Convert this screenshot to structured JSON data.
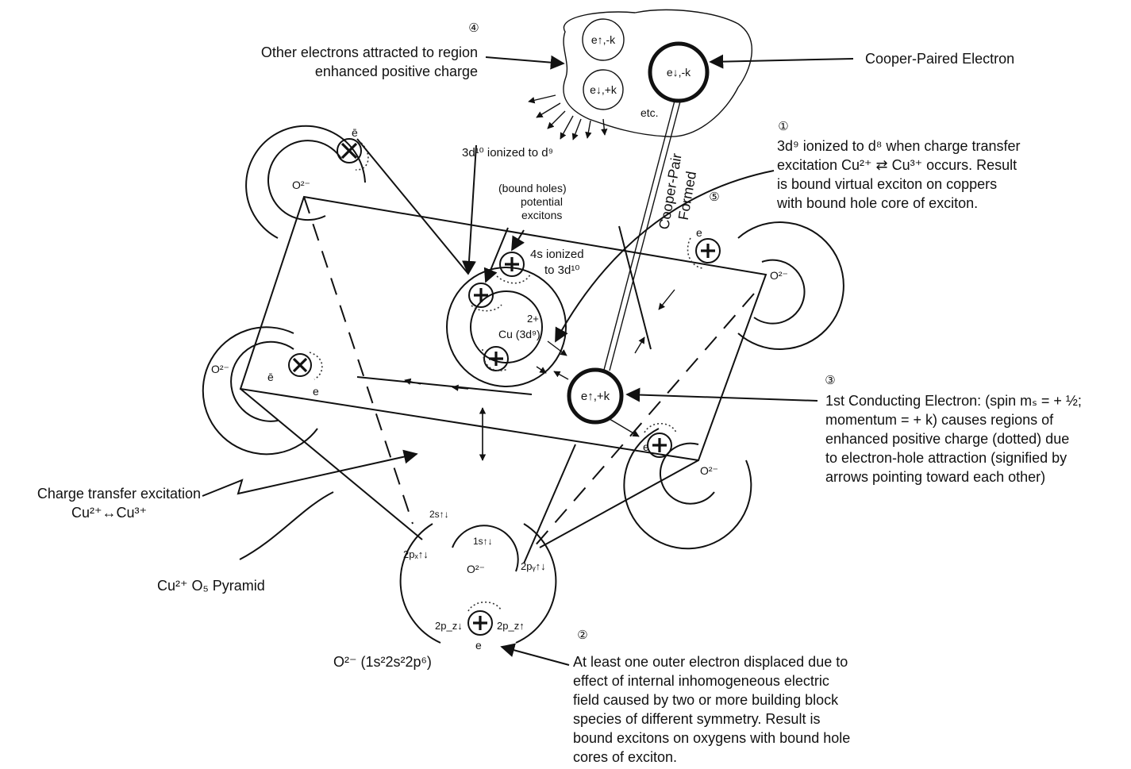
{
  "labels": {
    "num4": "④",
    "num1": "①",
    "num3": "③",
    "num2": "②",
    "num5": "⑤",
    "other_electrons_1": "Other electrons attracted to region",
    "other_electrons_2": "enhanced positive charge",
    "cooper_paired": "Cooper-Paired Electron",
    "d9_line1": "3d⁹ ionized to d⁸ when charge transfer",
    "d9_line2": "excitation Cu²⁺ ⇄ Cu³⁺ occurs. Result",
    "d9_line3": "is bound virtual exciton on coppers",
    "d9_line4": "with bound hole core of exciton.",
    "cond_line1": "1st Conducting Electron: (spin mₛ = + ½;",
    "cond_line2": "momentum = + k) causes regions of",
    "cond_line3": "enhanced positive charge (dotted) due",
    "cond_line4": "to electron-hole attraction (signified by",
    "cond_line5": "arrows pointing toward each other)",
    "charge_transfer_1": "Charge transfer excitation",
    "charge_transfer_2": "Cu²⁺↔Cu³⁺",
    "pyramid": "Cu²⁺ O₅ Pyramid",
    "o_config": "O²⁻ (1s²2s²2p⁶)",
    "displaced_1": "At least one outer electron displaced due to",
    "displaced_2": "effect of internal inhomogeneous electric",
    "displaced_3": "field caused by two or more building block",
    "displaced_4": "species of different symmetry. Result is",
    "displaced_5": "bound excitons on oxygens with bound hole",
    "displaced_6": "cores of exciton.",
    "d10_ionized": "3d¹⁰ ionized to d⁹",
    "bound_holes_1": "(bound holes)",
    "bound_holes_2": "potential",
    "bound_holes_3": "excitons",
    "s4_ionized_1": "4s ionized",
    "s4_ionized_2": "to 3d¹⁰",
    "cu_center_a": "2+",
    "cu_center_b": "Cu (3d⁹)",
    "cooper_pair_1": "Cooper-Pair",
    "cooper_pair_2": "Formed",
    "etc": "etc.",
    "e_up_minus_k": "e↑,-k",
    "e_down_plus_k": "e↓,+k",
    "e_down_minus_k": "e↓,-k",
    "e_up_plus_k": "e↑,+k",
    "o2_topleft": "O²⁻",
    "o2_left": "O²⁻",
    "o2_right": "O²⁻",
    "o2_bottomright": "O²⁻",
    "o2_bottom": "O²⁻",
    "orb_1s": "1s↑↓",
    "orb_2s": "2s↑↓",
    "orb_2px": "2pₓ↑↓",
    "orb_2py": "2pᵧ↑↓",
    "orb_2pz_down": "2p_z↓",
    "orb_2pz_up": "2p_z↑",
    "e_label": "e",
    "e_bar": "ē"
  }
}
